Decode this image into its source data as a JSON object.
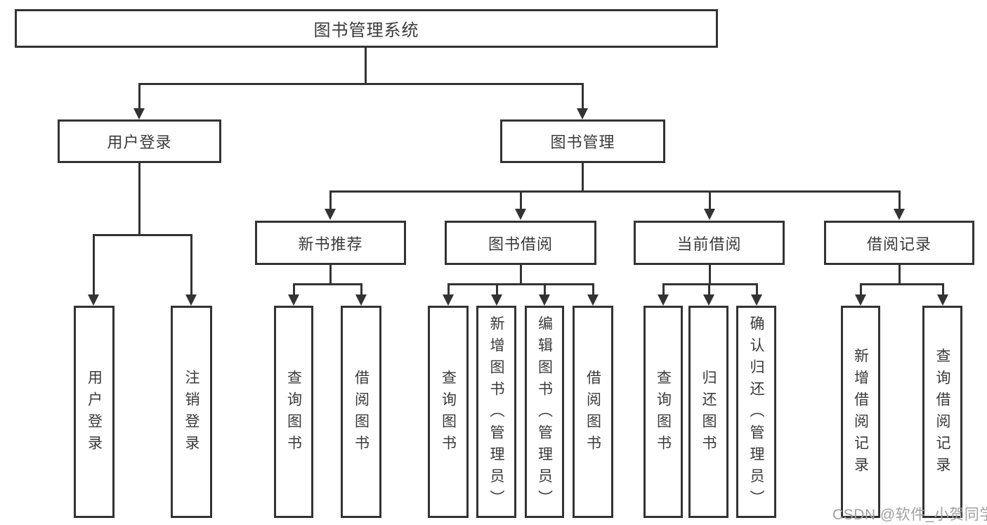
{
  "tree": {
    "root_label": "图书管理系统",
    "children": [
      {
        "label": "用户登录",
        "children": [
          "用户登录",
          "注销登录"
        ]
      },
      {
        "label": "图书管理",
        "children": [
          {
            "label": "新书推荐",
            "children": [
              "查询图书",
              "借阅图书"
            ]
          },
          {
            "label": "图书借阅",
            "children": [
              "查询图书",
              "新增图书（管理员）",
              "编辑图书（管理员）",
              "借阅图书"
            ]
          },
          {
            "label": "当前借阅",
            "children": [
              "查询图书",
              "归还图书",
              "确认归还（管理员）"
            ]
          },
          {
            "label": "借阅记录",
            "children": [
              "新增借阅记录",
              "查询借阅记录"
            ]
          }
        ]
      }
    ]
  },
  "style": {
    "line_color": "#333333",
    "box_fill": "#ffffff",
    "text_color": "#3a3a3a",
    "watermark_color": "#a0a0a0"
  },
  "watermark": {
    "text": "CSDN @软件_小贺同学"
  }
}
